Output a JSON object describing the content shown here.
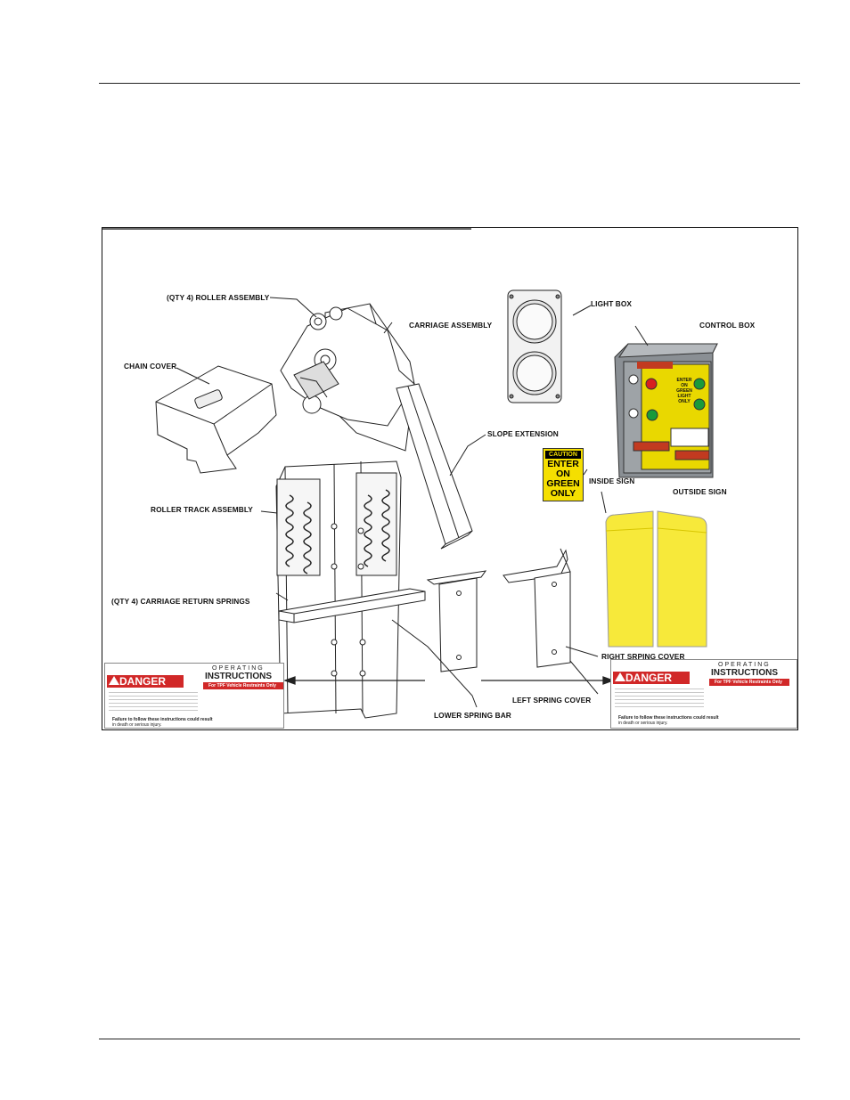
{
  "labels": {
    "roller_assembly": "(QTY 4) ROLLER ASSEMBLY",
    "carriage_assembly": "CARRIAGE ASSEMBLY",
    "chain_cover": "CHAIN COVER",
    "light_box": "LIGHT BOX",
    "control_box": "CONTROL BOX",
    "slope_extension": "SLOPE EXTENSION",
    "inside_sign": "INSIDE SIGN",
    "outside_sign": "OUTSIDE SIGN",
    "roller_track_assembly": "ROLLER TRACK ASSEMBLY",
    "carriage_return_springs": "(QTY 4) CARRIAGE RETURN SPRINGS",
    "right_spring_cover": "RIGHT SRPING COVER",
    "left_spring_cover": "LEFT SPRING COVER",
    "lower_spring_bar": "LOWER SPRING BAR"
  },
  "inside_sign": {
    "caution": "CAUTION",
    "lines": [
      "ENTER",
      "ON",
      "GREEN",
      "ONLY"
    ]
  },
  "control_box_face": {
    "lines": [
      "ENTER",
      "ON",
      "GREEN",
      "LIGHT",
      "ONLY"
    ]
  },
  "operating_label": {
    "danger": "DANGER",
    "operating": "OPERATING",
    "instructions": "INSTRUCTIONS",
    "for_line": "For TPF Vehicle Restraints Only",
    "failure_warning_1": "Failure to follow these instructions could result",
    "failure_warning_2": "in death or serious injury."
  },
  "colors": {
    "danger_red": "#d12828",
    "sign_yellow": "#f5df00",
    "outside_sign_yellow": "#f7e93a",
    "control_box_grey": "#8a8f94",
    "line_color": "#222222"
  }
}
